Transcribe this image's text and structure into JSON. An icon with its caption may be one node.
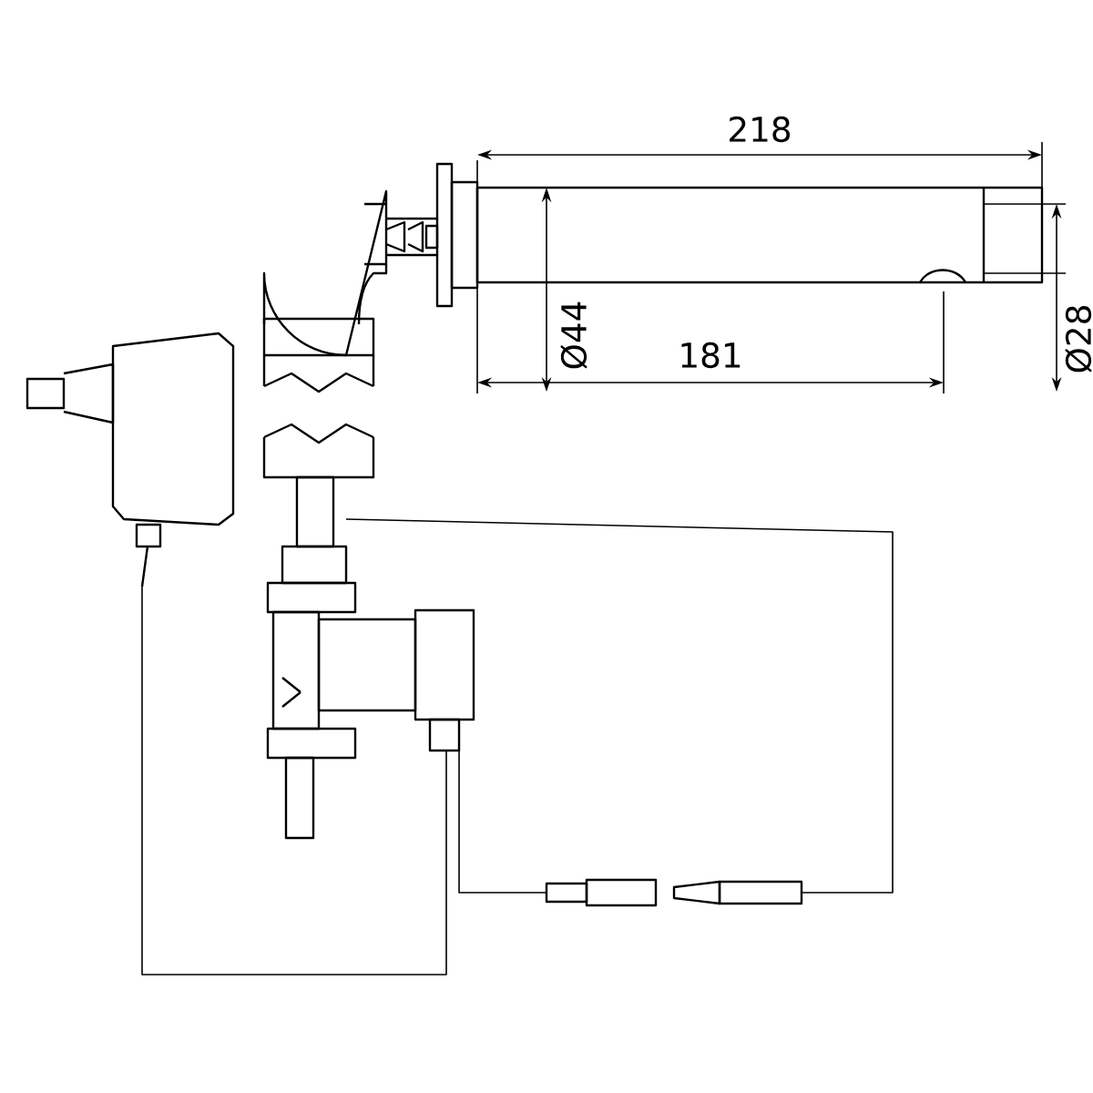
{
  "diagram": {
    "labels": [
      "218",
      "Ø44",
      "181",
      "Ø28"
    ]
  }
}
